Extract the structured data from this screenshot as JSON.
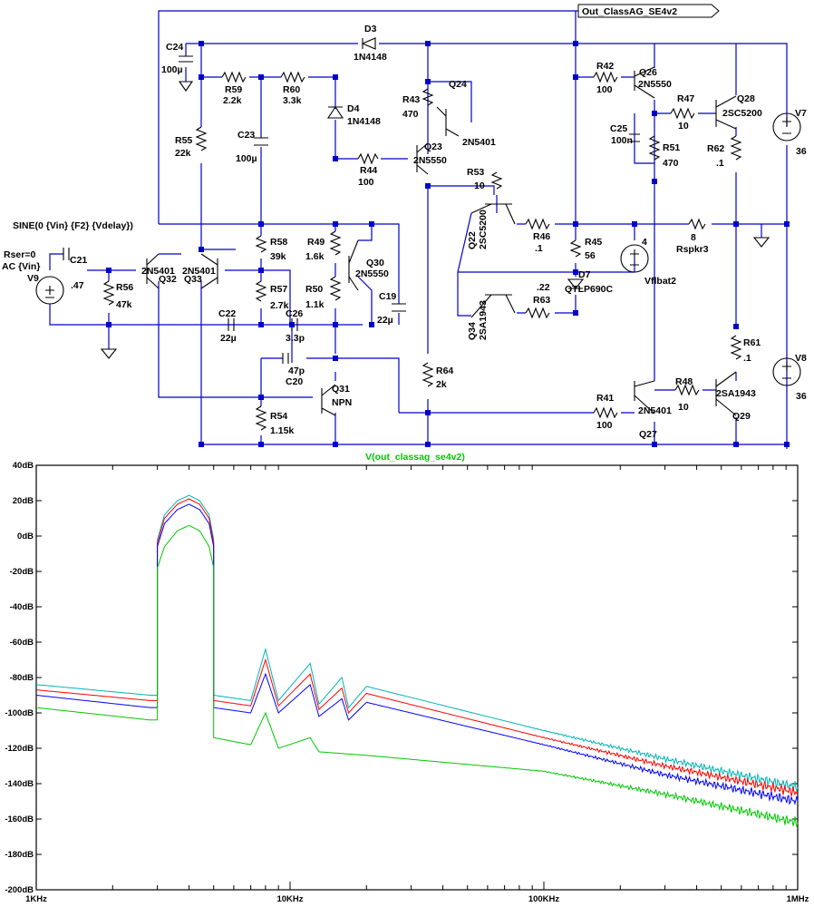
{
  "schematic": {
    "source_directive": "SINE(0 {Vin} {F2} {Vdelay})",
    "source_params": [
      "Rser=0",
      "AC {Vin}"
    ],
    "net_label": "Out_ClassAG_SE4v2",
    "components": [
      {
        "ref": "C24",
        "value": "100µ"
      },
      {
        "ref": "D3",
        "value": "1N4148"
      },
      {
        "ref": "R59",
        "value": "2.2k"
      },
      {
        "ref": "R60",
        "value": "3.3k"
      },
      {
        "ref": "D4",
        "value": "1N4148"
      },
      {
        "ref": "R55",
        "value": "22k"
      },
      {
        "ref": "C23",
        "value": "100µ"
      },
      {
        "ref": "R43",
        "value": "470"
      },
      {
        "ref": "Q24",
        "value": "2N5401"
      },
      {
        "ref": "Q23",
        "value": "2N5550"
      },
      {
        "ref": "R44",
        "value": "100"
      },
      {
        "ref": "R53",
        "value": "10"
      },
      {
        "ref": "R42",
        "value": "100"
      },
      {
        "ref": "Q26",
        "value": "2N5550"
      },
      {
        "ref": "R47",
        "value": "10"
      },
      {
        "ref": "Q28",
        "value": "2SC5200"
      },
      {
        "ref": "C25",
        "value": "100n"
      },
      {
        "ref": "R51",
        "value": "470"
      },
      {
        "ref": "R62",
        "value": ".1"
      },
      {
        "ref": "V7",
        "value": "36"
      },
      {
        "ref": "V9",
        "value": ""
      },
      {
        "ref": "C21",
        "value": ".47"
      },
      {
        "ref": "R56",
        "value": "47k"
      },
      {
        "ref": "Q32",
        "value": "2N5401"
      },
      {
        "ref": "Q33",
        "value": "2N5401"
      },
      {
        "ref": "R58",
        "value": "39k"
      },
      {
        "ref": "R49",
        "value": "1.6k"
      },
      {
        "ref": "Q30",
        "value": "2N5550"
      },
      {
        "ref": "R57",
        "value": "2.7k"
      },
      {
        "ref": "R50",
        "value": "1.1k"
      },
      {
        "ref": "C19",
        "value": "22µ"
      },
      {
        "ref": "C22",
        "value": "22µ"
      },
      {
        "ref": "C26",
        "value": "3.3p"
      },
      {
        "ref": "Q22",
        "value": "2SC5200"
      },
      {
        "ref": "R46",
        "value": ".1"
      },
      {
        "ref": "R45",
        "value": "56"
      },
      {
        "ref": "Vflbat2",
        "value": "4"
      },
      {
        "ref": "Rspkr3",
        "value": "8"
      },
      {
        "ref": "D7",
        "value": "QTLP690C"
      },
      {
        "ref": "R63",
        "value": ".22"
      },
      {
        "ref": "Q34",
        "value": "2SA1943"
      },
      {
        "ref": "C20",
        "value": "47p"
      },
      {
        "ref": "Q31",
        "value": "NPN"
      },
      {
        "ref": "R54",
        "value": "1.15k"
      },
      {
        "ref": "R64",
        "value": "2k"
      },
      {
        "ref": "R41",
        "value": "100"
      },
      {
        "ref": "Q27",
        "value": "2N5401"
      },
      {
        "ref": "R48",
        "value": "10"
      },
      {
        "ref": "Q29",
        "value": "2SA1943"
      },
      {
        "ref": "R61",
        "value": ".1"
      },
      {
        "ref": "V8",
        "value": "36"
      }
    ]
  },
  "chart_data": {
    "type": "line",
    "title": "V(out_classag_se4v2)",
    "xscale": "log",
    "xlim": [
      1000,
      1000000
    ],
    "ylim": [
      -200,
      40
    ],
    "x_ticks": [
      "1KHz",
      "10KHz",
      "100KHz",
      "1MHz"
    ],
    "y_ticks": [
      "40dB",
      "20dB",
      "0dB",
      "-20dB",
      "-40dB",
      "-60dB",
      "-80dB",
      "-100dB",
      "-120dB",
      "-140dB",
      "-160dB",
      "-180dB",
      "-200dB"
    ],
    "grid": false,
    "series": [
      {
        "color": "#00b4b4",
        "points": [
          [
            1000,
            -84
          ],
          [
            2800,
            -90
          ],
          [
            3000,
            -90
          ],
          [
            3000,
            -2
          ],
          [
            3200,
            12
          ],
          [
            3600,
            20
          ],
          [
            4000,
            23
          ],
          [
            4400,
            20
          ],
          [
            4800,
            12
          ],
          [
            5000,
            -2
          ],
          [
            5000,
            -90
          ],
          [
            7000,
            -93
          ],
          [
            8000,
            -64
          ],
          [
            9000,
            -93
          ],
          [
            12000,
            -72
          ],
          [
            13000,
            -95
          ],
          [
            16000,
            -80
          ],
          [
            17000,
            -97
          ],
          [
            20000,
            -85
          ],
          [
            100000,
            -110
          ],
          [
            300000,
            -126
          ],
          [
            1000000,
            -142
          ]
        ]
      },
      {
        "color": "#ff0000",
        "points": [
          [
            1000,
            -87
          ],
          [
            2800,
            -93
          ],
          [
            3000,
            -93
          ],
          [
            3000,
            -4
          ],
          [
            3200,
            10
          ],
          [
            3600,
            18
          ],
          [
            4000,
            21
          ],
          [
            4400,
            18
          ],
          [
            4800,
            10
          ],
          [
            5000,
            -4
          ],
          [
            5000,
            -93
          ],
          [
            7000,
            -96
          ],
          [
            8000,
            -70
          ],
          [
            9000,
            -96
          ],
          [
            12000,
            -78
          ],
          [
            13000,
            -98
          ],
          [
            16000,
            -86
          ],
          [
            17000,
            -100
          ],
          [
            20000,
            -89
          ],
          [
            100000,
            -114
          ],
          [
            300000,
            -130
          ],
          [
            1000000,
            -145
          ]
        ]
      },
      {
        "color": "#0000ff",
        "points": [
          [
            1000,
            -90
          ],
          [
            2800,
            -97
          ],
          [
            3000,
            -97
          ],
          [
            3000,
            -6
          ],
          [
            3200,
            7
          ],
          [
            3600,
            15
          ],
          [
            4000,
            18
          ],
          [
            4400,
            15
          ],
          [
            4800,
            7
          ],
          [
            5000,
            -6
          ],
          [
            5000,
            -97
          ],
          [
            7000,
            -100
          ],
          [
            8000,
            -78
          ],
          [
            9000,
            -100
          ],
          [
            12000,
            -84
          ],
          [
            13000,
            -102
          ],
          [
            16000,
            -92
          ],
          [
            17000,
            -104
          ],
          [
            20000,
            -94
          ],
          [
            100000,
            -118
          ],
          [
            300000,
            -135
          ],
          [
            1000000,
            -150
          ]
        ]
      },
      {
        "color": "#00c800",
        "points": [
          [
            1000,
            -97
          ],
          [
            2800,
            -104
          ],
          [
            3000,
            -104
          ],
          [
            3000,
            -18
          ],
          [
            3200,
            -6
          ],
          [
            3600,
            3
          ],
          [
            4000,
            6
          ],
          [
            4400,
            3
          ],
          [
            4800,
            -6
          ],
          [
            5000,
            -18
          ],
          [
            5000,
            -114
          ],
          [
            7000,
            -118
          ],
          [
            8000,
            -100
          ],
          [
            9000,
            -120
          ],
          [
            12000,
            -114
          ],
          [
            13000,
            -122
          ],
          [
            20000,
            -124
          ],
          [
            100000,
            -133
          ],
          [
            300000,
            -146
          ],
          [
            1000000,
            -162
          ]
        ]
      }
    ]
  }
}
